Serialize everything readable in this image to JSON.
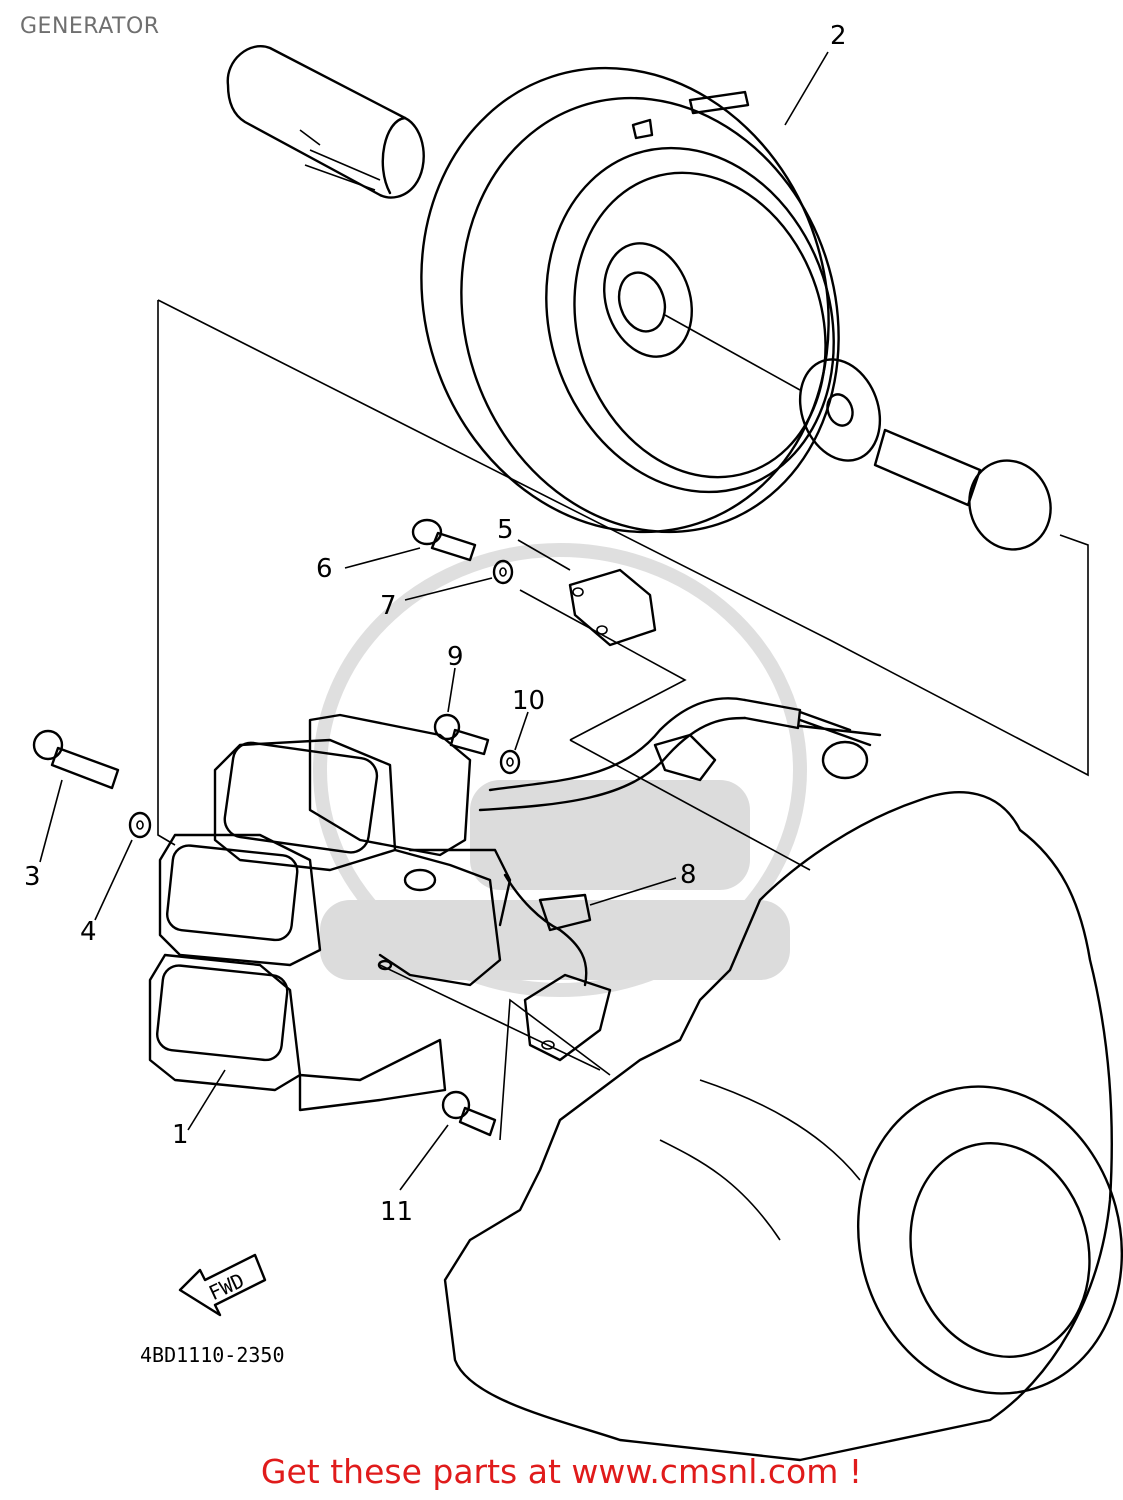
{
  "header": {
    "title": "GENERATOR"
  },
  "diagram": {
    "part_labels": {
      "p1": "1",
      "p2": "2",
      "p3": "3",
      "p4": "4",
      "p5": "5",
      "p6": "6",
      "p7": "7",
      "p8": "8",
      "p9": "9",
      "p10": "10",
      "p11": "11"
    },
    "fwd_label": "FWD",
    "drawing_code": "4BD1110-2350"
  },
  "footer": {
    "cta_text": "Get these parts at www.cmsnl.com !"
  },
  "colors": {
    "cta": "#e01b1b",
    "title": "#6f6f6f",
    "watermark": "#d9d9d9"
  }
}
